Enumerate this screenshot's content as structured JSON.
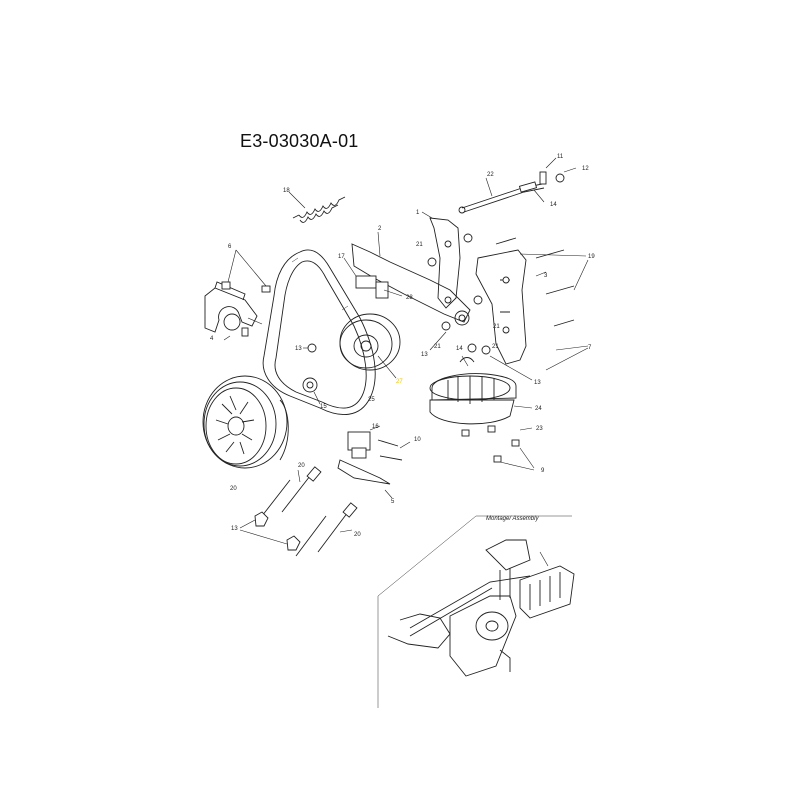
{
  "title": "E3-03030A-01",
  "inset_label": "Montage/ Assembly",
  "highlight_color": "#f0c200",
  "callouts": [
    {
      "id": "c1",
      "text": "1"
    },
    {
      "id": "c2",
      "text": "2"
    },
    {
      "id": "c3",
      "text": "3"
    },
    {
      "id": "c4",
      "text": "4"
    },
    {
      "id": "c5",
      "text": "5"
    },
    {
      "id": "c6",
      "text": "6"
    },
    {
      "id": "c7",
      "text": "7"
    },
    {
      "id": "c9",
      "text": "9"
    },
    {
      "id": "c10",
      "text": "10"
    },
    {
      "id": "c11",
      "text": "11"
    },
    {
      "id": "c12",
      "text": "12"
    },
    {
      "id": "c13a",
      "text": "13"
    },
    {
      "id": "c13b",
      "text": "13"
    },
    {
      "id": "c13c",
      "text": "13"
    },
    {
      "id": "c13d",
      "text": "13"
    },
    {
      "id": "c14a",
      "text": "14"
    },
    {
      "id": "c14b",
      "text": "14"
    },
    {
      "id": "c15",
      "text": "15"
    },
    {
      "id": "c16",
      "text": "16"
    },
    {
      "id": "c17",
      "text": "17"
    },
    {
      "id": "c18",
      "text": "18"
    },
    {
      "id": "c19",
      "text": "19"
    },
    {
      "id": "c20a",
      "text": "20"
    },
    {
      "id": "c20b",
      "text": "20"
    },
    {
      "id": "c20c",
      "text": "20"
    },
    {
      "id": "c21a",
      "text": "21"
    },
    {
      "id": "c21b",
      "text": "21"
    },
    {
      "id": "c21c",
      "text": "21"
    },
    {
      "id": "c21d",
      "text": "21"
    },
    {
      "id": "c22",
      "text": "22"
    },
    {
      "id": "c23",
      "text": "23"
    },
    {
      "id": "c24",
      "text": "24"
    },
    {
      "id": "c25",
      "text": "25"
    },
    {
      "id": "c27",
      "text": "27",
      "highlighted": true
    },
    {
      "id": "c28",
      "text": "28"
    }
  ]
}
